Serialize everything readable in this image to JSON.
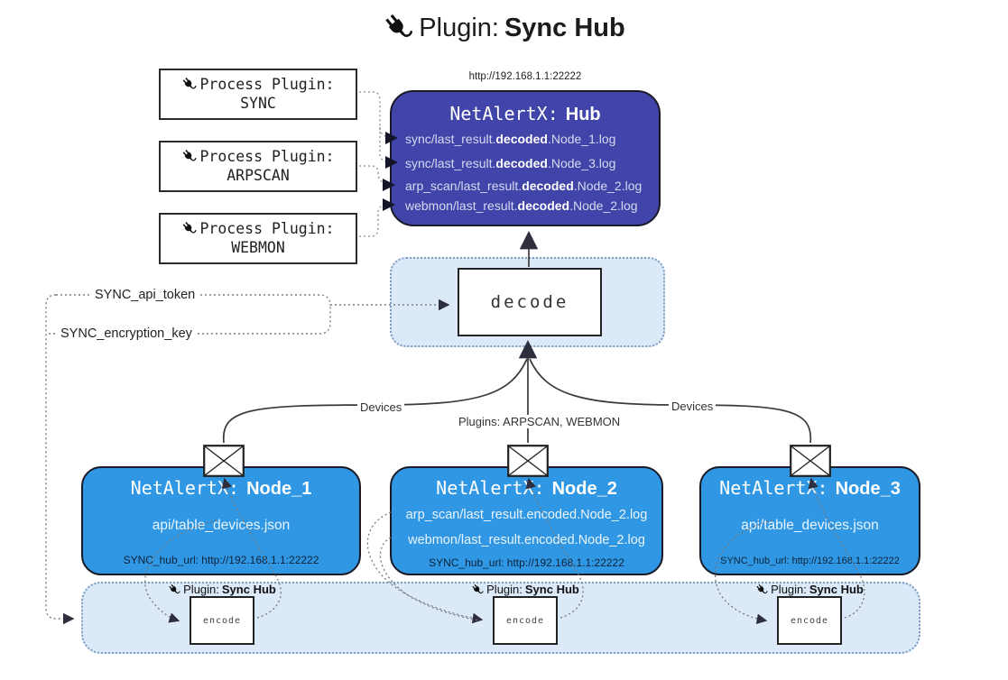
{
  "title": {
    "prefix": "Plugin:",
    "name": "Sync Hub"
  },
  "process_plugins": [
    {
      "label": "Process Plugin:",
      "name": "SYNC"
    },
    {
      "label": "Process Plugin:",
      "name": "ARPSCAN"
    },
    {
      "label": "Process Plugin:",
      "name": "WEBMON"
    }
  ],
  "hub": {
    "url": "http://192.168.1.1:22222",
    "title_prefix": "NetAlertX:",
    "title_name": "Hub",
    "lines": [
      {
        "pre": "sync/last_result.",
        "bold": "decoded",
        "post": ".Node_1.log"
      },
      {
        "pre": "sync/last_result.",
        "bold": "decoded",
        "post": ".Node_3.log"
      },
      {
        "pre": "arp_scan/last_result.",
        "bold": "decoded",
        "post": ".Node_2.log"
      },
      {
        "pre": "webmon/last_result.",
        "bold": "decoded",
        "post": ".Node_2.log"
      }
    ]
  },
  "decode": {
    "label": "decode"
  },
  "settings": {
    "api_token": "SYNC_api_token",
    "encryption_key": "SYNC_encryption_key"
  },
  "edge_labels": {
    "devices_left": "Devices",
    "devices_right": "Devices",
    "plugins_mid": "Plugins: ARPSCAN, WEBMON"
  },
  "nodes": [
    {
      "title_prefix": "NetAlertX:",
      "title_name": "Node_1",
      "files": [
        "api/table_devices.json"
      ],
      "hub_url": "SYNC_hub_url: http://192.168.1.1:22222"
    },
    {
      "title_prefix": "NetAlertX:",
      "title_name": "Node_2",
      "files": [
        "arp_scan/last_result.encoded.Node_2.log",
        "webmon/last_result.encoded.Node_2.log"
      ],
      "hub_url": "SYNC_hub_url: http://192.168.1.1:22222"
    },
    {
      "title_prefix": "NetAlertX:",
      "title_name": "Node_3",
      "files": [
        "api/table_devices.json"
      ],
      "hub_url": "SYNC_hub_url: http://192.168.1.1:22222"
    }
  ],
  "encoders": [
    {
      "plugin_label": "Plugin:",
      "plugin_name": "Sync Hub",
      "box_label": "encode"
    },
    {
      "plugin_label": "Plugin:",
      "plugin_name": "Sync Hub",
      "box_label": "encode"
    },
    {
      "plugin_label": "Plugin:",
      "plugin_name": "Sync Hub",
      "box_label": "encode"
    }
  ],
  "icons": {
    "title": "plug-icon",
    "process_box": "plug-icon",
    "message": "envelope-icon",
    "encoder": "plug-icon"
  },
  "colors": {
    "hub-fill": "#4144a8",
    "node-fill": "#2f97e3",
    "band-fill": "#dbe9f9",
    "band-border": "#7d9cbf",
    "hub-text": "#d7daf0",
    "node-text": "#eaf4fd",
    "line-dark": "#3a3a3a",
    "dotted-gray": "#7e7e7e"
  }
}
